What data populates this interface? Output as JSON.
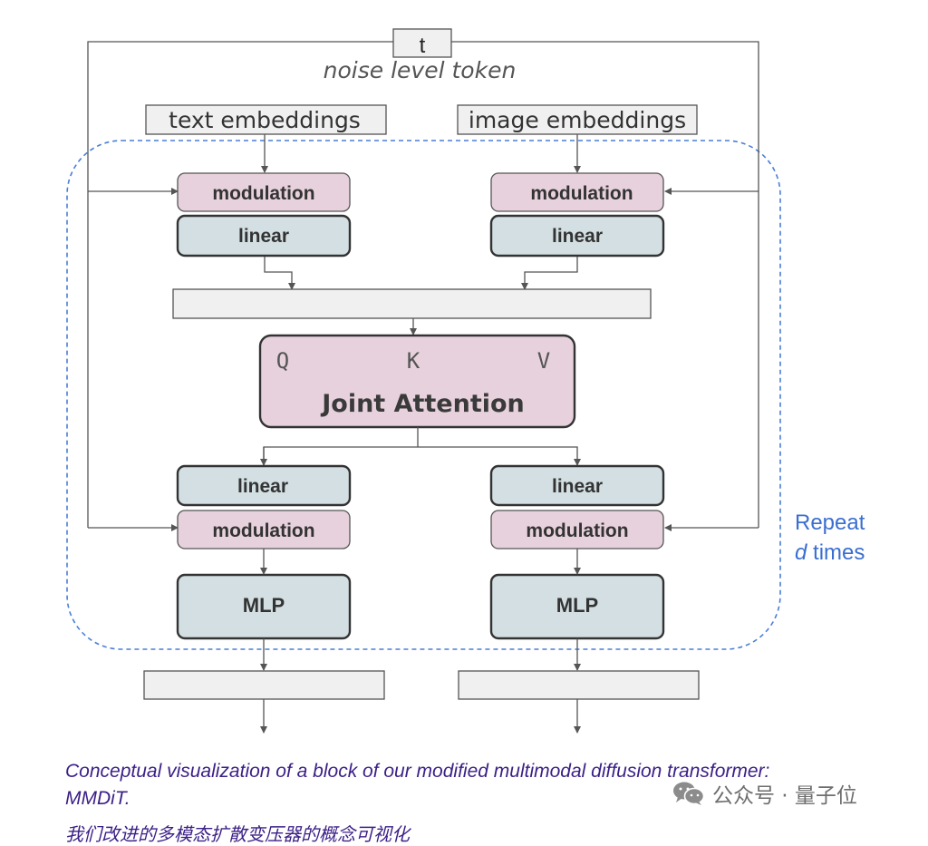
{
  "diagram": {
    "t_label": "t",
    "noise_label": "noise level token",
    "text_embeddings": "text embeddings",
    "image_embeddings": "image embeddings",
    "modulation": "modulation",
    "linear": "linear",
    "mlp": "MLP",
    "q": "Q",
    "k": "K",
    "v": "V",
    "joint_attention": "Joint Attention",
    "repeat_line1": "Repeat",
    "repeat_d": "d",
    "repeat_times": " times"
  },
  "caption": {
    "text": "Conceptual visualization of a block of our modified multimodal diffusion transformer: MMDiT.",
    "next_line": "我们改进的多模态扩散变压器的概念可视化"
  },
  "watermark": {
    "text": "公众号 · 量子位",
    "icon": "wechat-icon"
  },
  "colors": {
    "modulation_fill": "#e7d1dc",
    "linear_fill": "#d3dfe2",
    "attention_fill": "#e7d1dc",
    "repeat_box": "#4a7fd6",
    "caption": "#3b1f86"
  }
}
